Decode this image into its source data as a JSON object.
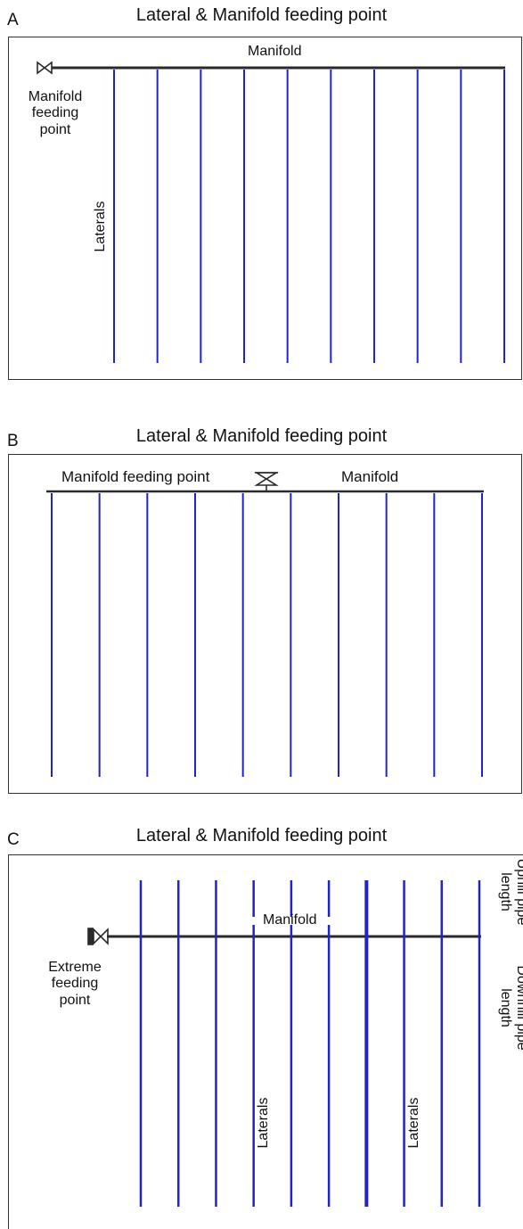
{
  "panels": {
    "a": {
      "letter": "A",
      "title": "Lateral & Manifold feeding point",
      "manifold_label": "Manifold",
      "feeding_label_lines": [
        "Manifold",
        "feeding",
        "point"
      ],
      "laterals_label": "Laterals",
      "lateral_count": 10
    },
    "b": {
      "letter": "B",
      "title": "Lateral & Manifold feeding point",
      "feeding_label": "Manifold feeding point",
      "manifold_label": "Manifold",
      "lateral_count": 10
    },
    "c": {
      "letter": "C",
      "title": "Lateral & Manifold feeding point",
      "manifold_label": "Manifold",
      "feeding_label_lines": [
        "Extreme",
        "feeding",
        "point"
      ],
      "laterals_left_label": "Laterals",
      "laterals_right_label": "Laterals",
      "uphill_label_lines": [
        "Uphill pipe",
        "length"
      ],
      "downhill_label_lines": [
        "Downhill pipe",
        "length"
      ],
      "lateral_count": 10
    }
  },
  "colors": {
    "lateral": "#2222cc",
    "manifold": "#2a2a2a",
    "frame": "#333333"
  }
}
